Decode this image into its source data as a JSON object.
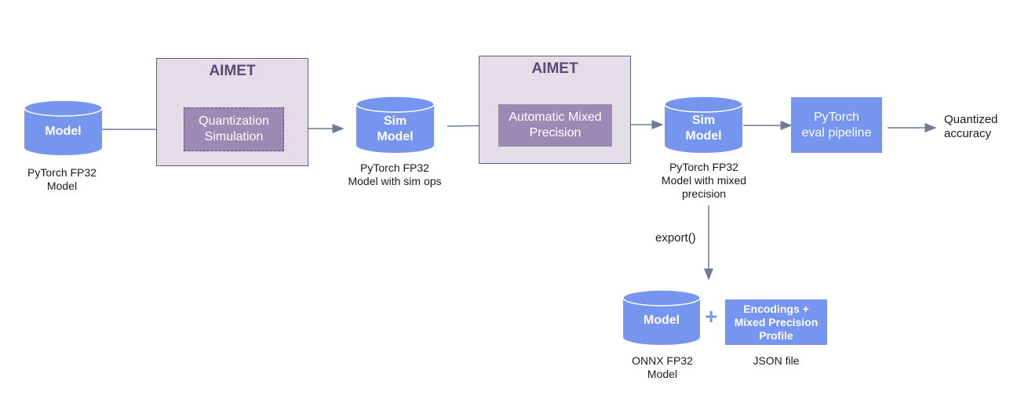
{
  "aimet_boxes": [
    {
      "title": "AIMET",
      "step": "Quantization\nSimulation"
    },
    {
      "title": "AIMET",
      "step": "Automatic Mixed\nPrecision"
    }
  ],
  "models": {
    "input": {
      "label": "Model",
      "caption": "PyTorch FP32\nModel"
    },
    "sim": {
      "label": "Sim\nModel",
      "caption": "PyTorch FP32\nModel with sim ops"
    },
    "mixed": {
      "label": "Sim\nModel",
      "caption": "PyTorch FP32\nModel with mixed\nprecision"
    },
    "onnx": {
      "label": "Model",
      "caption": "ONNX FP32\nModel"
    }
  },
  "eval_pipeline": {
    "label": "PyTorch\neval pipeline"
  },
  "result": {
    "label": "Quantized\naccuracy"
  },
  "export": {
    "label": "export()"
  },
  "encodings": {
    "label": "Encodings +\nMixed Precision\nProfile",
    "caption": "JSON file"
  },
  "plus_symbol": "+",
  "colors": {
    "model_blue": "#7595ee",
    "aimet_purple": "#9c8ab5",
    "aimet_bg": "#e3dde8",
    "arrow": "#6f7a94"
  }
}
